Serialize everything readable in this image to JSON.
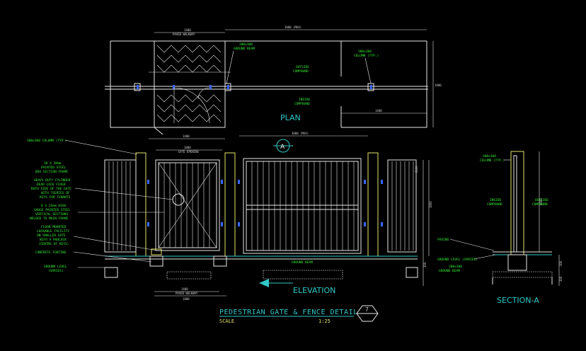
{
  "views": {
    "plan_label": "PLAN",
    "elevation_label": "ELEVATION",
    "section_label": "SECTION-A",
    "section_marker": "A"
  },
  "title_block": {
    "title": "PEDESTRIAN GATE & FENCE DETAIL",
    "scale_label": "SCALE",
    "scale_value": "1:25",
    "detail_number": "7"
  },
  "plan_notes": {
    "ground_beam": [
      "300x300",
      "GROUND BEAM"
    ],
    "column": [
      "300x300",
      "COLUMN (TYP.)"
    ],
    "outside": [
      "OUTSIDE",
      "COMPOUND"
    ],
    "inside": [
      "INSIDE",
      "COMPOUND"
    ]
  },
  "elevation_notes": {
    "column": "300x300 COLUMN (TYP.)",
    "frame": [
      "38 X 38mm",
      "PAINTED STEEL",
      "BOX SECTION FRAME"
    ],
    "cylinder": [
      "HEAVY DUTY CYLINDER",
      "DEAD LOCK FIXED",
      "BOTH SIDE OF THE GATE",
      "WITH 7SERIES OF",
      "KEYS FOR TENANTS"
    ],
    "bars": [
      "8 X 25mm HIGH",
      "GAUGE PAINTED STEEL",
      "VERTICAL SECTIONS",
      "WELDED TO MAIN FRAME"
    ],
    "floor": [
      "FLOOR MOUNTED",
      "LOCKABLE FACILITY",
      "ON SMALLER GATE",
      "WITH A PADLOCK",
      "(CENTRE OF KEYS)"
    ],
    "footing": "CONCRETE FOOTING",
    "ground": [
      "GROUND LEVEL",
      "(VARIES)"
    ],
    "beam": "GROUND BEAM"
  },
  "section_notes": {
    "column": [
      "300x300",
      "COLUMN (TYP.)"
    ],
    "inside": [
      "INSIDE",
      "COMPOUND"
    ],
    "outside": [
      "OUTSIDE",
      "COMPOUND"
    ],
    "paving": "PAVING",
    "ground": "GROUND LEVEL (VARIES)",
    "beam": [
      "300x300",
      "GROUND BEAM"
    ]
  },
  "dimensions": {
    "plan_top": "1400",
    "plan_top_sub": "PAVED WALKWAY",
    "plan_right": "3000 (MAX)",
    "plan_right_bottom": "1400",
    "plan_side": "1800",
    "elev_top_left": "1400",
    "elev_top_right": "3000 (MAX)",
    "elev_gate": "1000",
    "elev_gate_sub": "GATE OPENING",
    "elev_bottom": "1400",
    "elev_bottom_sub": "PAVED WALKWAY",
    "elev_bottom2": "1800",
    "elev_height": "2100",
    "elev_height2": "1800",
    "elev_height3": "300",
    "sec_height": "2000",
    "sec_base": "300",
    "sec_base2": "300"
  }
}
